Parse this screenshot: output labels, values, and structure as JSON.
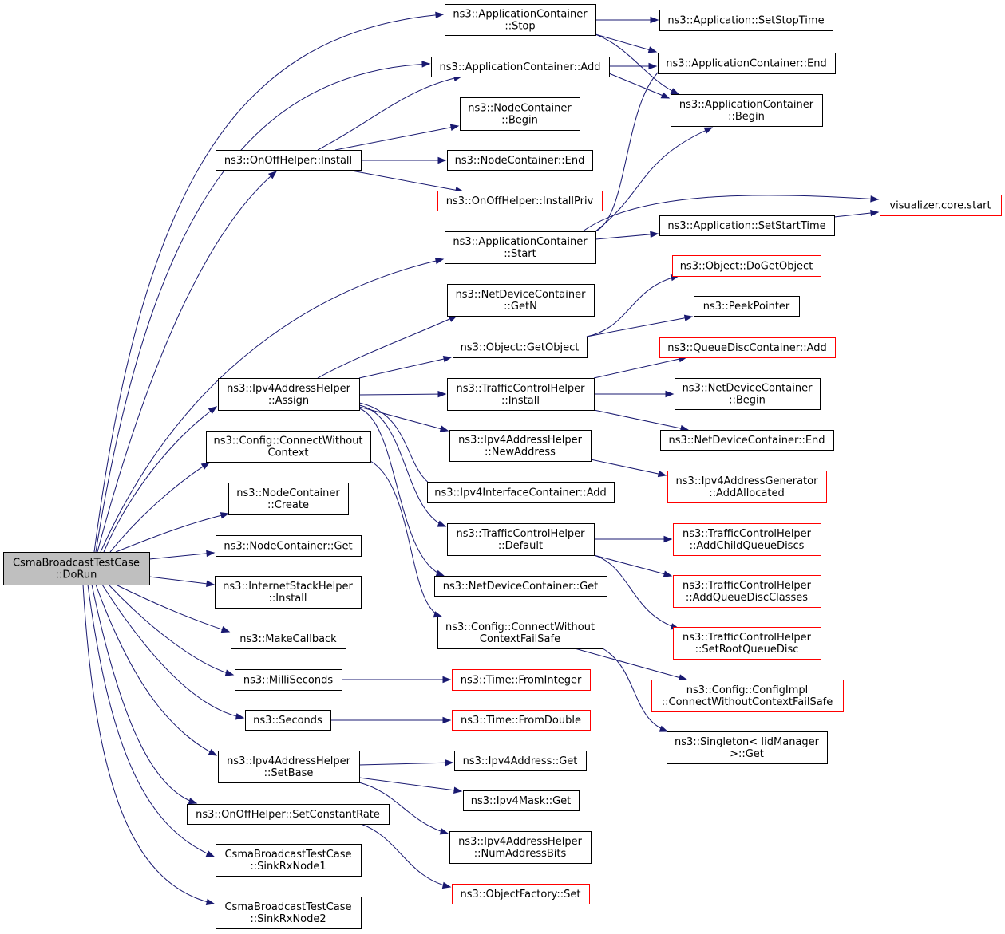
{
  "graph": {
    "colors": {
      "edge": "#191970",
      "node_border": "#000000",
      "node_border_truncated": "#ff0000",
      "root_fill": "#bfbfbf",
      "node_fill": "#ffffff"
    },
    "nodes": [
      {
        "id": "root",
        "lines": [
          "CsmaBroadcastTestCase",
          "::DoRun"
        ],
        "style": "root"
      },
      {
        "id": "appc_stop",
        "lines": [
          "ns3::ApplicationContainer",
          "::Stop"
        ],
        "style": "normal"
      },
      {
        "id": "appc_add",
        "lines": [
          "ns3::ApplicationContainer::Add"
        ],
        "style": "normal"
      },
      {
        "id": "nodec_begin",
        "lines": [
          "ns3::NodeContainer",
          "::Begin"
        ],
        "style": "normal"
      },
      {
        "id": "onoff_install",
        "lines": [
          "ns3::OnOffHelper::Install"
        ],
        "style": "normal"
      },
      {
        "id": "nodec_end",
        "lines": [
          "ns3::NodeContainer::End"
        ],
        "style": "normal"
      },
      {
        "id": "onoff_installpriv",
        "lines": [
          "ns3::OnOffHelper::InstallPriv"
        ],
        "style": "truncated"
      },
      {
        "id": "appc_start",
        "lines": [
          "ns3::ApplicationContainer",
          "::Start"
        ],
        "style": "normal"
      },
      {
        "id": "app_setstoptime",
        "lines": [
          "ns3::Application::SetStopTime"
        ],
        "style": "normal"
      },
      {
        "id": "appc_end",
        "lines": [
          "ns3::ApplicationContainer::End"
        ],
        "style": "normal"
      },
      {
        "id": "appc_begin",
        "lines": [
          "ns3::ApplicationContainer",
          "::Begin"
        ],
        "style": "normal"
      },
      {
        "id": "vis_start",
        "lines": [
          "visualizer.core.start"
        ],
        "style": "truncated"
      },
      {
        "id": "app_setstarttime",
        "lines": [
          "ns3::Application::SetStartTime"
        ],
        "style": "normal"
      },
      {
        "id": "ndc_getn",
        "lines": [
          "ns3::NetDeviceContainer",
          "::GetN"
        ],
        "style": "normal"
      },
      {
        "id": "obj_getobject",
        "lines": [
          "ns3::Object::GetObject"
        ],
        "style": "normal"
      },
      {
        "id": "obj_dogetobject",
        "lines": [
          "ns3::Object::DoGetObject"
        ],
        "style": "truncated"
      },
      {
        "id": "peekpointer",
        "lines": [
          "ns3::PeekPointer"
        ],
        "style": "normal"
      },
      {
        "id": "ipv4ah_assign",
        "lines": [
          "ns3::Ipv4AddressHelper",
          "::Assign"
        ],
        "style": "normal"
      },
      {
        "id": "tch_install",
        "lines": [
          "ns3::TrafficControlHelper",
          "::Install"
        ],
        "style": "normal"
      },
      {
        "id": "qdc_add",
        "lines": [
          "ns3::QueueDiscContainer::Add"
        ],
        "style": "truncated"
      },
      {
        "id": "ndc_begin",
        "lines": [
          "ns3::NetDeviceContainer",
          "::Begin"
        ],
        "style": "normal"
      },
      {
        "id": "ndc_end",
        "lines": [
          "ns3::NetDeviceContainer::End"
        ],
        "style": "normal"
      },
      {
        "id": "cfg_cwc",
        "lines": [
          "ns3::Config::ConnectWithout",
          "Context"
        ],
        "style": "normal"
      },
      {
        "id": "ipv4ah_newaddr",
        "lines": [
          "ns3::Ipv4AddressHelper",
          "::NewAddress"
        ],
        "style": "normal"
      },
      {
        "id": "ipv4ag_addalloc",
        "lines": [
          "ns3::Ipv4AddressGenerator",
          "::AddAllocated"
        ],
        "style": "truncated"
      },
      {
        "id": "nodec_create",
        "lines": [
          "ns3::NodeContainer",
          "::Create"
        ],
        "style": "normal"
      },
      {
        "id": "ipv4ic_add",
        "lines": [
          "ns3::Ipv4InterfaceContainer::Add"
        ],
        "style": "normal"
      },
      {
        "id": "nodec_get",
        "lines": [
          "ns3::NodeContainer::Get"
        ],
        "style": "normal"
      },
      {
        "id": "tch_default",
        "lines": [
          "ns3::TrafficControlHelper",
          "::Default"
        ],
        "style": "normal"
      },
      {
        "id": "tch_addchild",
        "lines": [
          "ns3::TrafficControlHelper",
          "::AddChildQueueDiscs"
        ],
        "style": "truncated"
      },
      {
        "id": "ish_install",
        "lines": [
          "ns3::InternetStackHelper",
          "::Install"
        ],
        "style": "normal"
      },
      {
        "id": "ndc_get",
        "lines": [
          "ns3::NetDeviceContainer::Get"
        ],
        "style": "normal"
      },
      {
        "id": "tch_addqdclasses",
        "lines": [
          "ns3::TrafficControlHelper",
          "::AddQueueDiscClasses"
        ],
        "style": "truncated"
      },
      {
        "id": "makecallback",
        "lines": [
          "ns3::MakeCallback"
        ],
        "style": "normal"
      },
      {
        "id": "cfg_cwcfs",
        "lines": [
          "ns3::Config::ConnectWithout",
          "ContextFailSafe"
        ],
        "style": "normal"
      },
      {
        "id": "tch_setroot",
        "lines": [
          "ns3::TrafficControlHelper",
          "::SetRootQueueDisc"
        ],
        "style": "truncated"
      },
      {
        "id": "milliseconds",
        "lines": [
          "ns3::MilliSeconds"
        ],
        "style": "normal"
      },
      {
        "id": "time_fromint",
        "lines": [
          "ns3::Time::FromInteger"
        ],
        "style": "truncated"
      },
      {
        "id": "cfgimpl",
        "lines": [
          "ns3::Config::ConfigImpl",
          "::ConnectWithoutContextFailSafe"
        ],
        "style": "truncated"
      },
      {
        "id": "seconds",
        "lines": [
          "ns3::Seconds"
        ],
        "style": "normal"
      },
      {
        "id": "time_fromdouble",
        "lines": [
          "ns3::Time::FromDouble"
        ],
        "style": "truncated"
      },
      {
        "id": "singleton_get",
        "lines": [
          "ns3::Singleton< IidManager",
          " >::Get"
        ],
        "style": "normal"
      },
      {
        "id": "ipv4ah_setbase",
        "lines": [
          "ns3::Ipv4AddressHelper",
          "::SetBase"
        ],
        "style": "normal"
      },
      {
        "id": "ipv4addr_get",
        "lines": [
          "ns3::Ipv4Address::Get"
        ],
        "style": "normal"
      },
      {
        "id": "ipv4mask_get",
        "lines": [
          "ns3::Ipv4Mask::Get"
        ],
        "style": "normal"
      },
      {
        "id": "onoff_setcr",
        "lines": [
          "ns3::OnOffHelper::SetConstantRate"
        ],
        "style": "normal"
      },
      {
        "id": "ipv4ah_numbits",
        "lines": [
          "ns3::Ipv4AddressHelper",
          "::NumAddressBits"
        ],
        "style": "normal"
      },
      {
        "id": "sinkrx1",
        "lines": [
          "CsmaBroadcastTestCase",
          "::SinkRxNode1"
        ],
        "style": "normal"
      },
      {
        "id": "objfactory_set",
        "lines": [
          "ns3::ObjectFactory::Set"
        ],
        "style": "truncated"
      },
      {
        "id": "sinkrx2",
        "lines": [
          "CsmaBroadcastTestCase",
          "::SinkRxNode2"
        ],
        "style": "normal"
      }
    ],
    "edges": [
      [
        "root",
        "appc_stop"
      ],
      [
        "root",
        "appc_add"
      ],
      [
        "root",
        "onoff_install"
      ],
      [
        "root",
        "appc_start"
      ],
      [
        "root",
        "ipv4ah_assign"
      ],
      [
        "root",
        "cfg_cwc"
      ],
      [
        "root",
        "nodec_create"
      ],
      [
        "root",
        "nodec_get"
      ],
      [
        "root",
        "ish_install"
      ],
      [
        "root",
        "makecallback"
      ],
      [
        "root",
        "milliseconds"
      ],
      [
        "root",
        "seconds"
      ],
      [
        "root",
        "ipv4ah_setbase"
      ],
      [
        "root",
        "onoff_setcr"
      ],
      [
        "root",
        "sinkrx1"
      ],
      [
        "root",
        "sinkrx2"
      ],
      [
        "appc_stop",
        "app_setstoptime"
      ],
      [
        "appc_stop",
        "appc_end"
      ],
      [
        "appc_stop",
        "appc_begin"
      ],
      [
        "appc_add",
        "appc_end"
      ],
      [
        "appc_add",
        "appc_begin"
      ],
      [
        "onoff_install",
        "appc_add"
      ],
      [
        "onoff_install",
        "nodec_begin"
      ],
      [
        "onoff_install",
        "nodec_end"
      ],
      [
        "onoff_install",
        "onoff_installpriv"
      ],
      [
        "appc_start",
        "vis_start"
      ],
      [
        "appc_start",
        "app_setstarttime"
      ],
      [
        "appc_start",
        "appc_end"
      ],
      [
        "appc_start",
        "appc_begin"
      ],
      [
        "app_setstarttime",
        "vis_start"
      ],
      [
        "ipv4ah_assign",
        "ndc_getn"
      ],
      [
        "ipv4ah_assign",
        "obj_getobject"
      ],
      [
        "ipv4ah_assign",
        "tch_install"
      ],
      [
        "ipv4ah_assign",
        "ipv4ah_newaddr"
      ],
      [
        "ipv4ah_assign",
        "ipv4ic_add"
      ],
      [
        "ipv4ah_assign",
        "tch_default"
      ],
      [
        "ipv4ah_assign",
        "ndc_get"
      ],
      [
        "obj_getobject",
        "obj_dogetobject"
      ],
      [
        "obj_getobject",
        "peekpointer"
      ],
      [
        "tch_install",
        "qdc_add"
      ],
      [
        "tch_install",
        "ndc_begin"
      ],
      [
        "tch_install",
        "ndc_end"
      ],
      [
        "ipv4ah_newaddr",
        "ipv4ag_addalloc"
      ],
      [
        "tch_default",
        "tch_addchild"
      ],
      [
        "tch_default",
        "tch_addqdclasses"
      ],
      [
        "tch_default",
        "tch_setroot"
      ],
      [
        "cfg_cwc",
        "cfg_cwcfs"
      ],
      [
        "cfg_cwcfs",
        "cfgimpl"
      ],
      [
        "cfg_cwcfs",
        "singleton_get"
      ],
      [
        "milliseconds",
        "time_fromint"
      ],
      [
        "seconds",
        "time_fromdouble"
      ],
      [
        "ipv4ah_setbase",
        "ipv4addr_get"
      ],
      [
        "ipv4ah_setbase",
        "ipv4mask_get"
      ],
      [
        "ipv4ah_setbase",
        "ipv4ah_numbits"
      ],
      [
        "onoff_setcr",
        "objfactory_set"
      ]
    ]
  }
}
